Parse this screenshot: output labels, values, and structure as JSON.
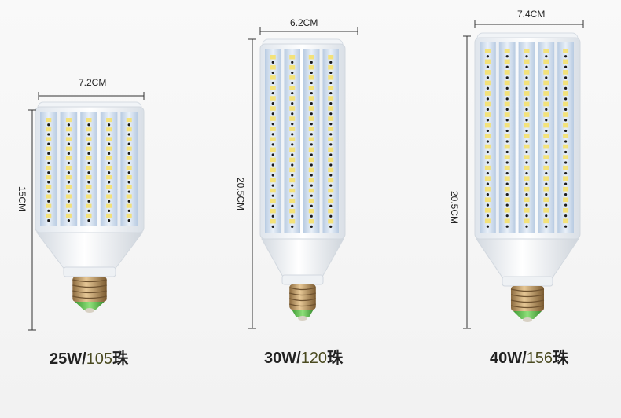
{
  "bulbs": [
    {
      "width_label": "7.2CM",
      "height_label": "15CM",
      "power": "25W/",
      "count": "105",
      "unit": "珠"
    },
    {
      "width_label": "6.2CM",
      "height_label": "20.5CM",
      "power": "30W/",
      "count": "120",
      "unit": "珠"
    },
    {
      "width_label": "7.4CM",
      "height_label": "20.5CM",
      "power": "40W/",
      "count": "156",
      "unit": "珠"
    }
  ],
  "colors": {
    "led_yellow": "#f3e27a",
    "led_dot": "#1a1a1a",
    "body_white": "#f4f6f8",
    "strip_blue": "#c9d9ec",
    "screw_copper": "#c6a06a",
    "base_green": "#6fc45a"
  }
}
